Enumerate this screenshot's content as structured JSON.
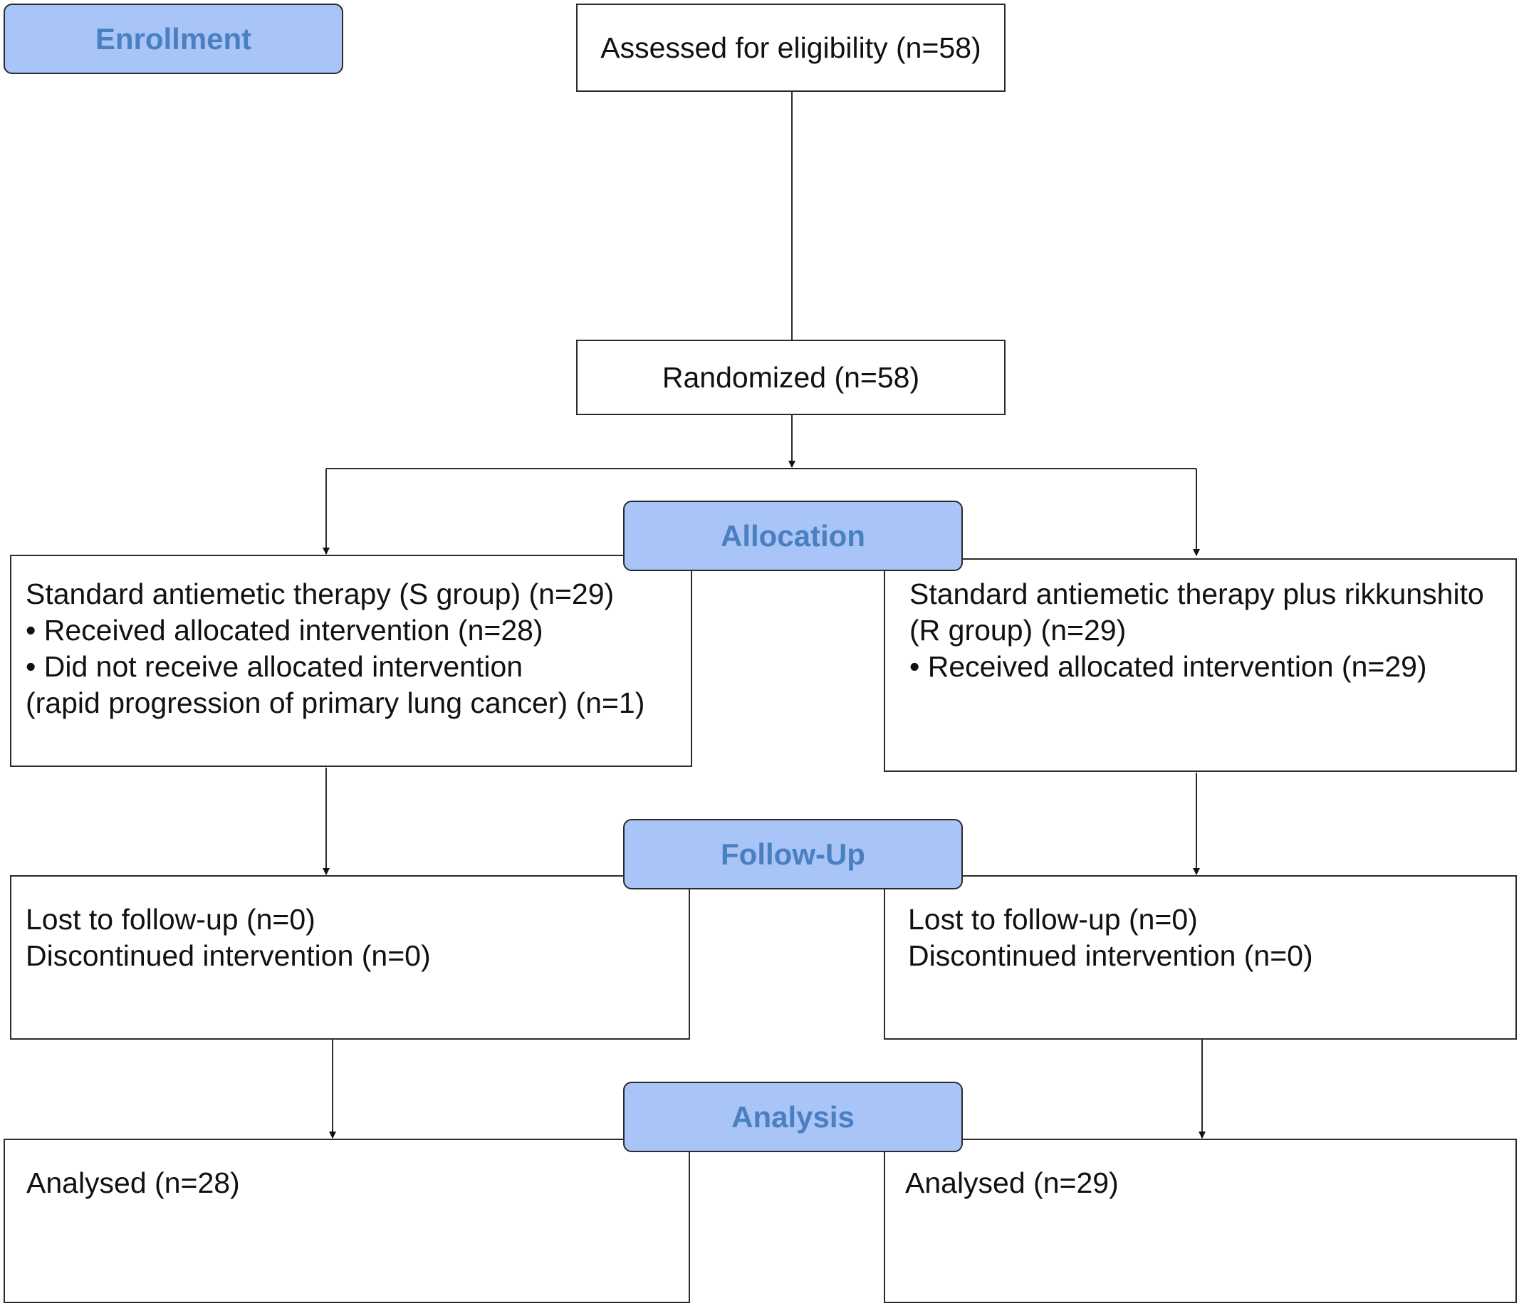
{
  "stages": {
    "enrollment": "Enrollment",
    "allocation": "Allocation",
    "follow_up": "Follow-Up",
    "analysis": "Analysis"
  },
  "enrollment": {
    "assessed": "Assessed for eligibility (n=58)",
    "randomized": "Randomized (n=58)"
  },
  "allocation": {
    "s_group": {
      "title": "Standard antiemetic therapy (S group) (n=29)",
      "received": "• Received allocated intervention (n=28)",
      "not_received": "• Did not receive allocated intervention",
      "not_received_reason": "(rapid progression of primary lung cancer) (n=1)"
    },
    "r_group": {
      "title_line1": "Standard antiemetic therapy plus rikkunshito",
      "title_line2": "(R group) (n=29)",
      "received": "• Received allocated intervention (n=29)"
    }
  },
  "follow_up": {
    "s_group": {
      "lost": "Lost to follow-up (n=0)",
      "discontinued": "Discontinued intervention (n=0)"
    },
    "r_group": {
      "lost": "Lost to follow-up (n=0)",
      "discontinued": "Discontinued intervention (n=0)"
    }
  },
  "analysis": {
    "s_group": {
      "analysed": "Analysed (n=28)"
    },
    "r_group": {
      "analysed": "Analysed (n=29)"
    }
  },
  "colors": {
    "stage_fill": "#a9c4f7",
    "stage_text": "#4a7fc0",
    "line": "#2b2b2b"
  }
}
